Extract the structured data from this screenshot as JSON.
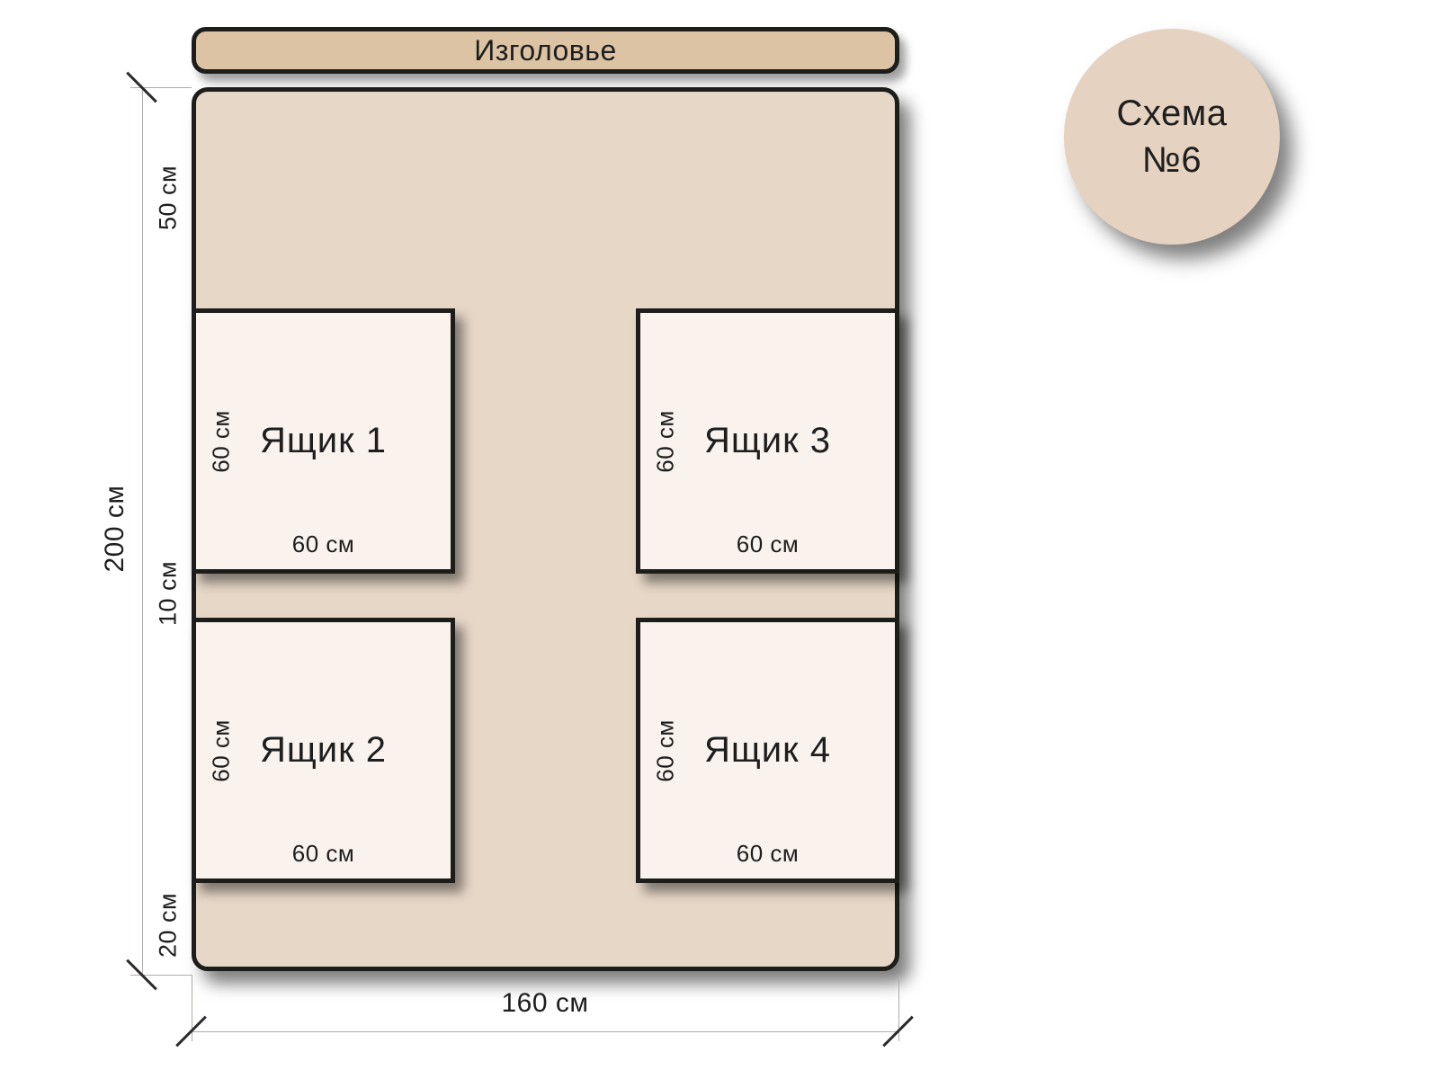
{
  "badge": {
    "title_line1": "Схема",
    "title_line2": "№6"
  },
  "headboard": {
    "label": "Изголовье"
  },
  "drawers": [
    {
      "name": "Ящик 1",
      "height_label": "60 см",
      "width_label": "60 см"
    },
    {
      "name": "Ящик 2",
      "height_label": "60 см",
      "width_label": "60 см"
    },
    {
      "name": "Ящик 3",
      "height_label": "60 см",
      "width_label": "60 см"
    },
    {
      "name": "Ящик 4",
      "height_label": "60 см",
      "width_label": "60 см"
    }
  ],
  "dimensions": {
    "overall_height": "200 см",
    "top_segment": "50 см",
    "middle_segment": "10 см",
    "bottom_segment": "20 см",
    "overall_width": "160 см"
  },
  "colors": {
    "headboard_fill": "#dcc3a4",
    "bed_fill": "#e7d7c7",
    "drawer_fill": "#faf2ec",
    "badge_fill": "#e5d2c0",
    "outline": "#1d1d1b",
    "dimension_line": "#b0aca7",
    "text": "#1e1e1e"
  }
}
